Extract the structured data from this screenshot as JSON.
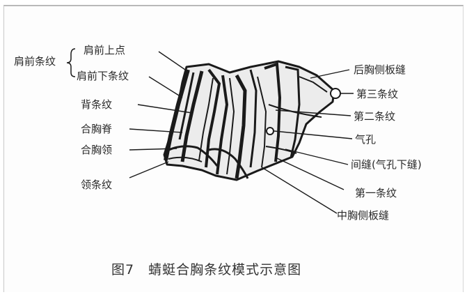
{
  "colors": {
    "ink": "#1a1a1a",
    "text": "#2a2a2a",
    "frame": "#b9b9b9",
    "fill": "#e9e9e9"
  },
  "labels": {
    "shoulder_group": "肩前条纹",
    "shoulder_upper_point": "肩前上点",
    "shoulder_lower_stripe": "肩前下条纹",
    "dorsal_stripe": "背条纹",
    "synthorax_ridge": "合胸脊",
    "synthorax_collar": "合胸领",
    "collar_stripe": "领条纹",
    "metapleural_suture": "后胸侧板缝",
    "third_stripe": "第三条纹",
    "second_stripe": "第二条纹",
    "spiracle": "气孔",
    "interpleural_suture": "间缝(气孔下缝)",
    "first_stripe": "第一条纹",
    "mesopleural_suture": "中胸侧板缝"
  },
  "caption": "图7　蜻蜓合胸条纹模式示意图"
}
